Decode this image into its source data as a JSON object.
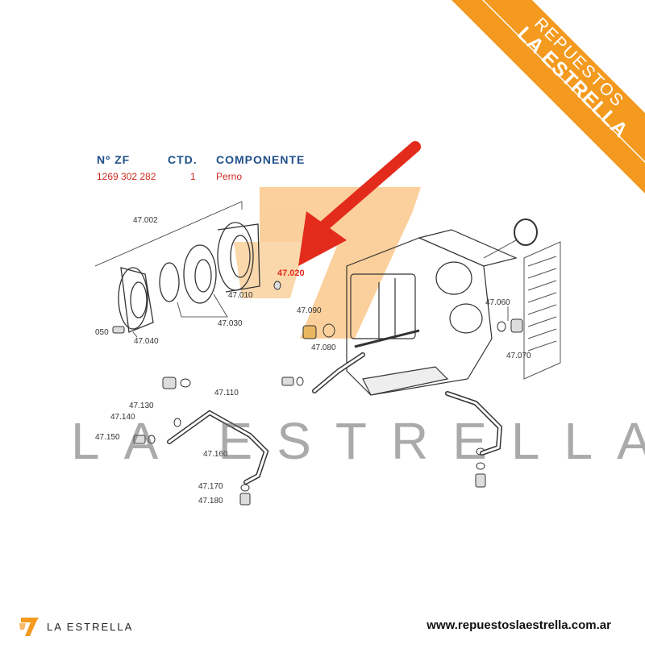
{
  "ribbon": {
    "line1": "REPUESTOS",
    "line2": "LA ESTRELLA",
    "color": "#f39a1f"
  },
  "table": {
    "headers": {
      "zf": "Nº ZF",
      "qty": "CTD.",
      "component": "COMPONENTE"
    },
    "row": {
      "zf": "1269 302 282",
      "qty": "1",
      "component": "Perno"
    },
    "header_color": "#1f4f8a",
    "row_color": "#cc2a1e"
  },
  "labels": {
    "l47002": "47.002",
    "l47020": "47.020",
    "l47010": "47.010",
    "l47030": "47.030",
    "l47040": "47.040",
    "l050": "050",
    "l47090": "47.090",
    "l47080": "47.080",
    "l47060": "47.060",
    "l47070": "47.070",
    "l47110": "47.110",
    "l47130": "47.130",
    "l47140": "47.140",
    "l47150": "47.150",
    "l47160": "47.160",
    "l47170": "47.170",
    "l47180": "47.180"
  },
  "highlight_color": "#e32b1c",
  "watermark": "LA ESTRELLA",
  "footer": {
    "brand": "LA ESTRELLA",
    "url": "www.repuestoslaestrella.com.ar"
  }
}
